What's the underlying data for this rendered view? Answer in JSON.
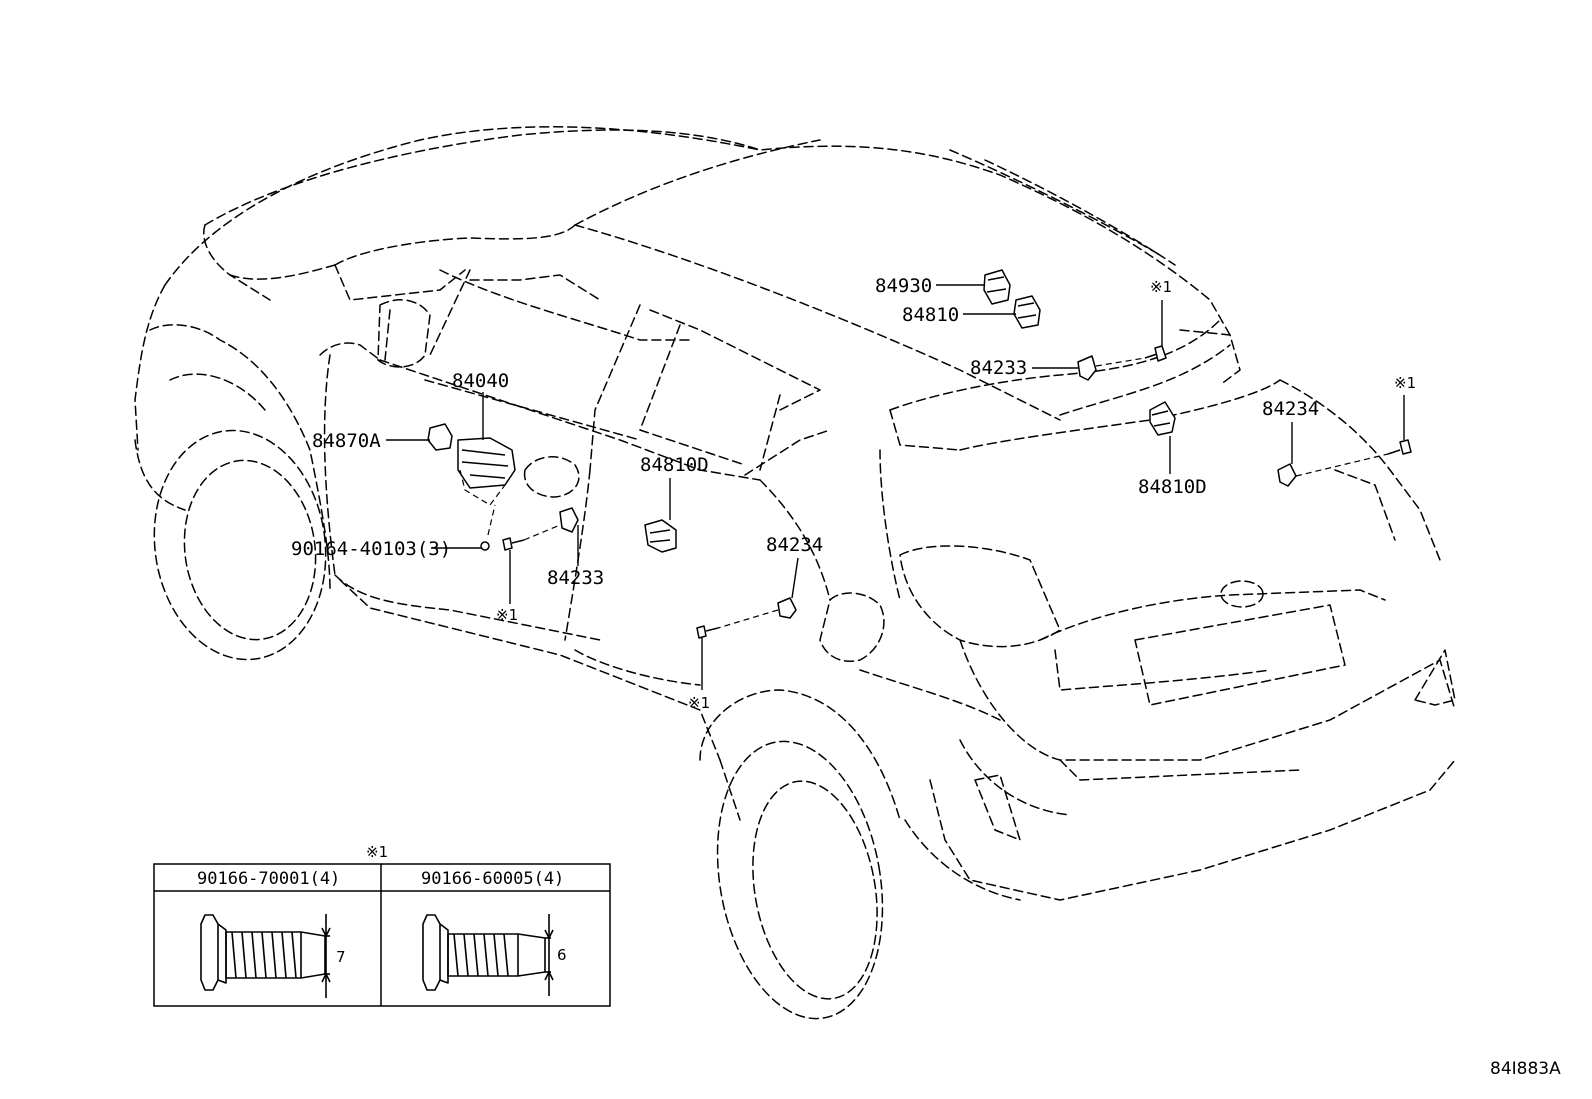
{
  "diagram_id": "84I883A",
  "note_mark": "※1",
  "labels": {
    "p84930": "84930",
    "p84810": "84810",
    "p84233_top": "84233",
    "p84234_right": "84234",
    "p84810D_right": "84810D",
    "p84040": "84040",
    "p84870A": "84870A",
    "p84810D_mid": "84810D",
    "p84234_mid": "84234",
    "p84233_mid": "84233",
    "p90164": "90164-40103(3)"
  },
  "screw_table": {
    "note": "※1",
    "columns": [
      {
        "part": "90166-70001(4)",
        "dimension": "7"
      },
      {
        "part": "90166-60005(4)",
        "dimension": "6"
      }
    ]
  }
}
